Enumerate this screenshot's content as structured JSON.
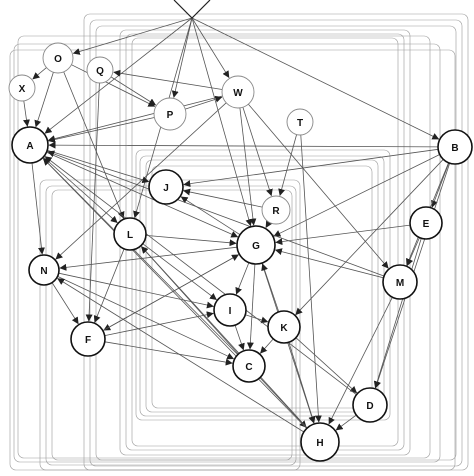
{
  "diagram": {
    "nodes": [
      {
        "id": "O",
        "label": "O",
        "emphasis": false
      },
      {
        "id": "Q",
        "label": "Q",
        "emphasis": false
      },
      {
        "id": "X",
        "label": "X",
        "emphasis": false
      },
      {
        "id": "W",
        "label": "W",
        "emphasis": false
      },
      {
        "id": "P",
        "label": "P",
        "emphasis": false
      },
      {
        "id": "T",
        "label": "T",
        "emphasis": false
      },
      {
        "id": "A",
        "label": "A",
        "emphasis": true
      },
      {
        "id": "B",
        "label": "B",
        "emphasis": true
      },
      {
        "id": "J",
        "label": "J",
        "emphasis": true
      },
      {
        "id": "R",
        "label": "R",
        "emphasis": false
      },
      {
        "id": "E",
        "label": "E",
        "emphasis": true
      },
      {
        "id": "L",
        "label": "L",
        "emphasis": true
      },
      {
        "id": "G",
        "label": "G",
        "emphasis": true
      },
      {
        "id": "N",
        "label": "N",
        "emphasis": true
      },
      {
        "id": "M",
        "label": "M",
        "emphasis": true
      },
      {
        "id": "I",
        "label": "I",
        "emphasis": true
      },
      {
        "id": "K",
        "label": "K",
        "emphasis": true
      },
      {
        "id": "F",
        "label": "F",
        "emphasis": true
      },
      {
        "id": "C",
        "label": "C",
        "emphasis": true
      },
      {
        "id": "D",
        "label": "D",
        "emphasis": true
      },
      {
        "id": "H",
        "label": "H",
        "emphasis": true
      }
    ],
    "edges": [
      [
        "ROOT",
        "O"
      ],
      [
        "ROOT",
        "A"
      ],
      [
        "ROOT",
        "P"
      ],
      [
        "ROOT",
        "W"
      ],
      [
        "ROOT",
        "B"
      ],
      [
        "ROOT",
        "G"
      ],
      [
        "ROOT",
        "L"
      ],
      [
        "O",
        "X"
      ],
      [
        "O",
        "A"
      ],
      [
        "O",
        "L"
      ],
      [
        "O",
        "P"
      ],
      [
        "Q",
        "P"
      ],
      [
        "Q",
        "F"
      ],
      [
        "X",
        "A"
      ],
      [
        "W",
        "Q"
      ],
      [
        "W",
        "A"
      ],
      [
        "W",
        "R"
      ],
      [
        "W",
        "M"
      ],
      [
        "W",
        "N"
      ],
      [
        "W",
        "G"
      ],
      [
        "P",
        "A"
      ],
      [
        "P",
        "W"
      ],
      [
        "T",
        "R"
      ],
      [
        "T",
        "H"
      ],
      [
        "B",
        "A"
      ],
      [
        "B",
        "J"
      ],
      [
        "B",
        "E"
      ],
      [
        "B",
        "M"
      ],
      [
        "B",
        "G"
      ],
      [
        "B",
        "D"
      ],
      [
        "B",
        "K"
      ],
      [
        "A",
        "J"
      ],
      [
        "A",
        "L"
      ],
      [
        "A",
        "G"
      ],
      [
        "A",
        "N"
      ],
      [
        "R",
        "J"
      ],
      [
        "R",
        "G"
      ],
      [
        "E",
        "M"
      ],
      [
        "E",
        "G"
      ],
      [
        "E",
        "D"
      ],
      [
        "L",
        "F"
      ],
      [
        "L",
        "G"
      ],
      [
        "L",
        "I"
      ],
      [
        "G",
        "N"
      ],
      [
        "G",
        "I"
      ],
      [
        "G",
        "C"
      ],
      [
        "G",
        "J"
      ],
      [
        "G",
        "F"
      ],
      [
        "G",
        "H"
      ],
      [
        "N",
        "F"
      ],
      [
        "N",
        "I"
      ],
      [
        "N",
        "C"
      ],
      [
        "M",
        "G"
      ],
      [
        "M",
        "H"
      ],
      [
        "M",
        "A"
      ],
      [
        "I",
        "K"
      ],
      [
        "I",
        "C"
      ],
      [
        "K",
        "C"
      ],
      [
        "K",
        "G"
      ],
      [
        "K",
        "H"
      ],
      [
        "K",
        "D"
      ],
      [
        "F",
        "I"
      ],
      [
        "F",
        "C"
      ],
      [
        "F",
        "G"
      ],
      [
        "C",
        "H"
      ],
      [
        "C",
        "A"
      ],
      [
        "C",
        "L"
      ],
      [
        "D",
        "H"
      ],
      [
        "D",
        "A"
      ],
      [
        "H",
        "A"
      ],
      [
        "H",
        "L"
      ],
      [
        "H",
        "N"
      ]
    ]
  }
}
